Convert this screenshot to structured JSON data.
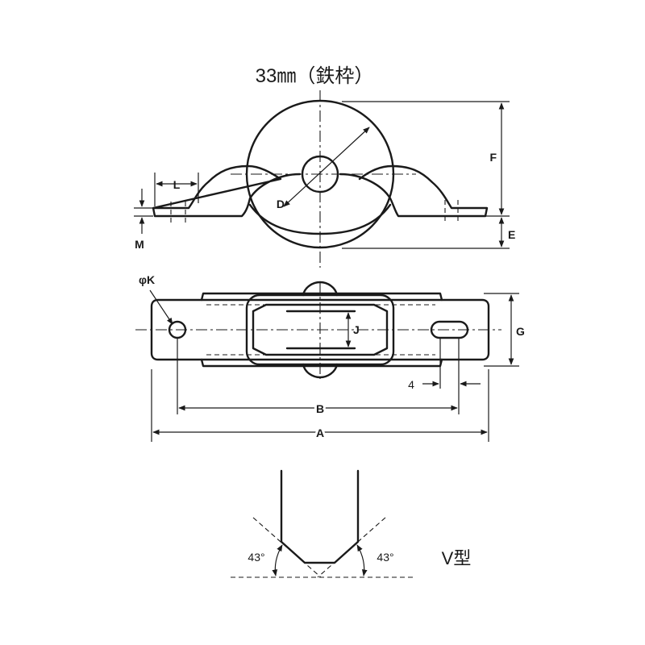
{
  "title": "33㎜（鉄枠）",
  "dimensions": {
    "A": "A",
    "B": "B",
    "D": "D",
    "E": "E",
    "F": "F",
    "G": "G",
    "J": "J",
    "L": "L",
    "M": "M",
    "phiK": "φK",
    "four": "4"
  },
  "v_detail": {
    "type_label": "V型",
    "angle_left": "43°",
    "angle_right": "43°"
  }
}
